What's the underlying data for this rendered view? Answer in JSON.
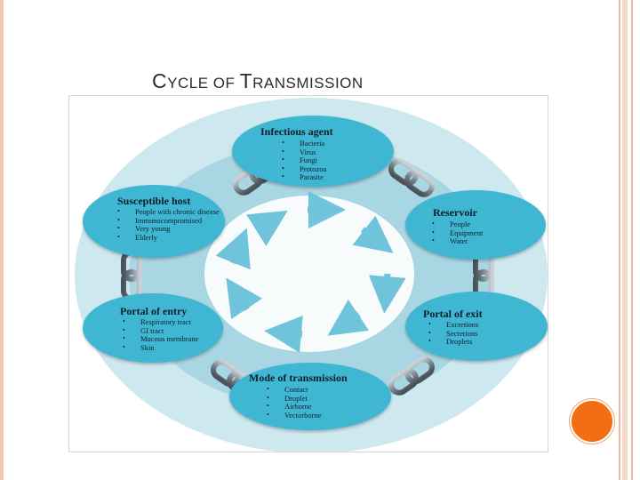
{
  "slide": {
    "title_first_letter_1": "C",
    "title_rest_1": "YCLE OF ",
    "title_first_letter_2": "T",
    "title_rest_2": "RANSMISSION"
  },
  "diagram": {
    "colors": {
      "outer_ring": "#cde8ef",
      "middle_ring": "#a9d6e3",
      "inner_circle": "#f7fbfc",
      "arrow": "#6fc4db",
      "node": "#3fb6d2",
      "chain": "#7d8790",
      "accent_circle": "#f26e12"
    },
    "nodes": {
      "infectious_agent": {
        "title": "Infectious agent",
        "items": [
          "Bacteria",
          "Virus",
          "Fungi",
          "Protozoa",
          "Parasite"
        ]
      },
      "reservoir": {
        "title": "Reservoir",
        "items": [
          "People",
          "Equipment",
          "Water"
        ]
      },
      "portal_of_exit": {
        "title": "Portal of exit",
        "items": [
          "Excretions",
          "Secretions",
          "Droplets"
        ]
      },
      "mode_of_transmission": {
        "title": "Mode of transmission",
        "items": [
          "Contact",
          "Droplet",
          "Airborne",
          "Vectorborne"
        ]
      },
      "portal_of_entry": {
        "title": "Portal of entry",
        "items": [
          "Respiratory tract",
          "GI tract",
          "Mucous membrane",
          "Skin"
        ]
      },
      "susceptible_host": {
        "title": "Susceptible host",
        "items": [
          "People with chronic disease",
          "Immunocompromised",
          "Very young",
          "Elderly"
        ]
      }
    }
  }
}
